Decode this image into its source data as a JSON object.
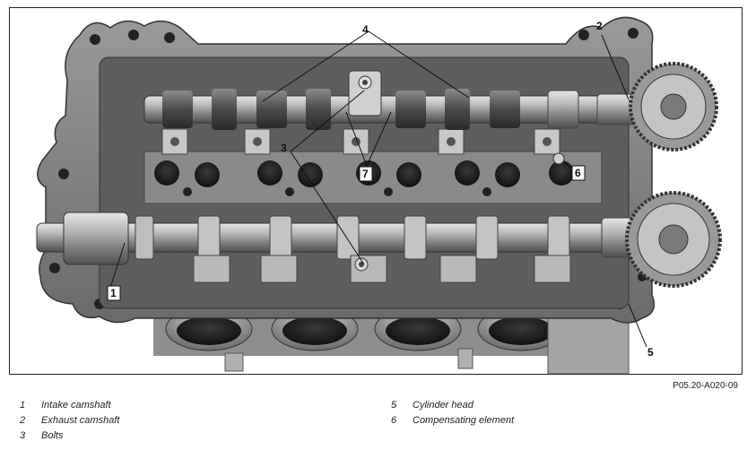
{
  "figure_code": "P05.20-A020-09",
  "callouts": {
    "c1": "1",
    "c2": "2",
    "c3": "3",
    "c4": "4",
    "c5": "5",
    "c6": "6",
    "c7": "7"
  },
  "legend": {
    "left": [
      {
        "num": "1",
        "text": "Intake camshaft"
      },
      {
        "num": "2",
        "text": "Exhaust camshaft"
      },
      {
        "num": "3",
        "text": "Bolts"
      }
    ],
    "right": [
      {
        "num": "5",
        "text": "Cylinder head"
      },
      {
        "num": "6",
        "text": "Compensating element"
      }
    ]
  }
}
